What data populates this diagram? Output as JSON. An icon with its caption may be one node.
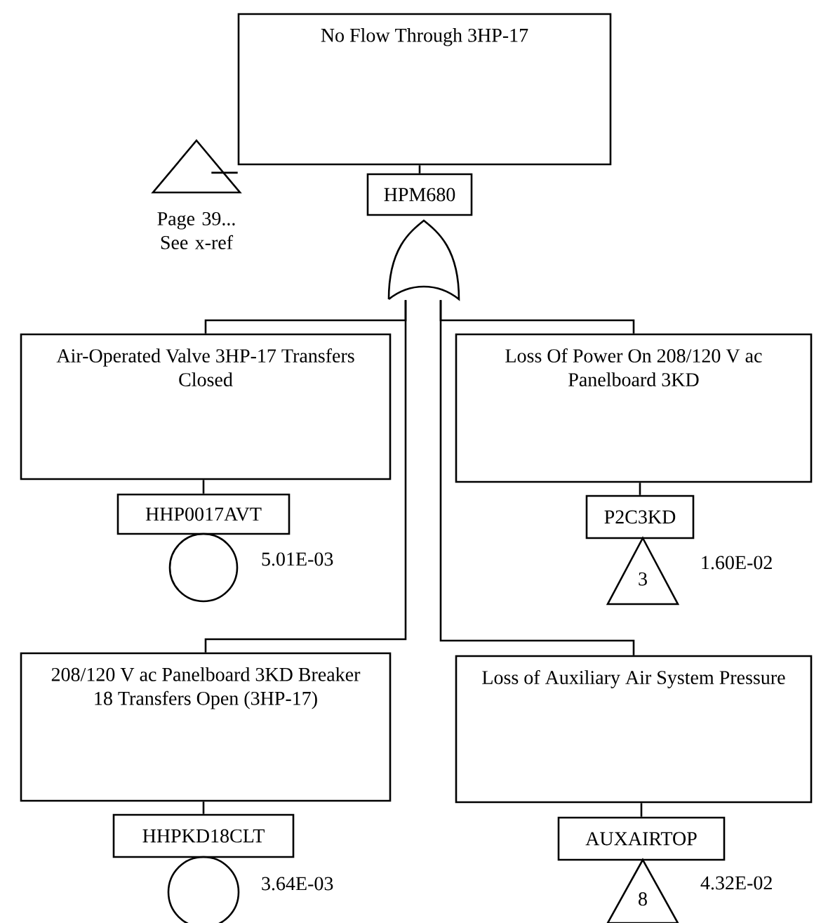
{
  "diagram": {
    "nodes": [
      {
        "text": [
          "No Flow Through 3HP-17"
        ]
      },
      {
        "text": [],
        "shape": "triangle",
        "beside": [
          "Page 39... See x-ref"
        ]
      },
      {
        "text": [
          "HPM680"
        ]
      },
      {
        "text": [],
        "shape": "gate"
      },
      {
        "text": [
          "Air-Operated Valve 3HP-17 Transfers Closed"
        ]
      },
      {
        "text": [
          "HHP0017AVT"
        ]
      },
      {
        "text": [],
        "shape": "circle",
        "beside": [
          "5.01E-03"
        ]
      },
      {
        "text": [
          "Loss Of Power On 208/120 V ac Panelboard 3KD"
        ]
      },
      {
        "text": [
          "P2C3KD"
        ]
      },
      {
        "text": [
          "3"
        ],
        "beside": [
          "1.60E-02"
        ]
      },
      {
        "text": [
          "208/120 V ac Panelboard 3KD Breaker 18 Transfers Open (3HP-17)"
        ]
      },
      {
        "text": [
          "HHPKD18CLT"
        ]
      },
      {
        "text": [],
        "shape": "circle",
        "beside": [
          "3.64E-03"
        ]
      },
      {
        "text": [
          "Loss of Auxiliary Air System Pressure"
        ]
      },
      {
        "text": [
          "AUXAIRTOP"
        ]
      },
      {
        "text": [
          "8"
        ],
        "beside": [
          "4.32E-02"
        ]
      }
    ],
    "edges": [
      {
        "from": 1,
        "to": 0,
        "arrow": "none"
      },
      {
        "from": 0,
        "to": 2,
        "arrow": "none"
      },
      {
        "from": 3,
        "to": 4,
        "arrow": "none"
      },
      {
        "from": 3,
        "to": 7,
        "arrow": "none"
      },
      {
        "from": 3,
        "to": 10,
        "arrow": "none"
      },
      {
        "from": 3,
        "to": 13,
        "arrow": "none"
      },
      {
        "from": 4,
        "to": 5,
        "arrow": "none"
      },
      {
        "from": 7,
        "to": 8,
        "arrow": "none"
      },
      {
        "from": 10,
        "to": 11,
        "arrow": "none"
      },
      {
        "from": 13,
        "to": 14,
        "arrow": "none"
      }
    ]
  }
}
